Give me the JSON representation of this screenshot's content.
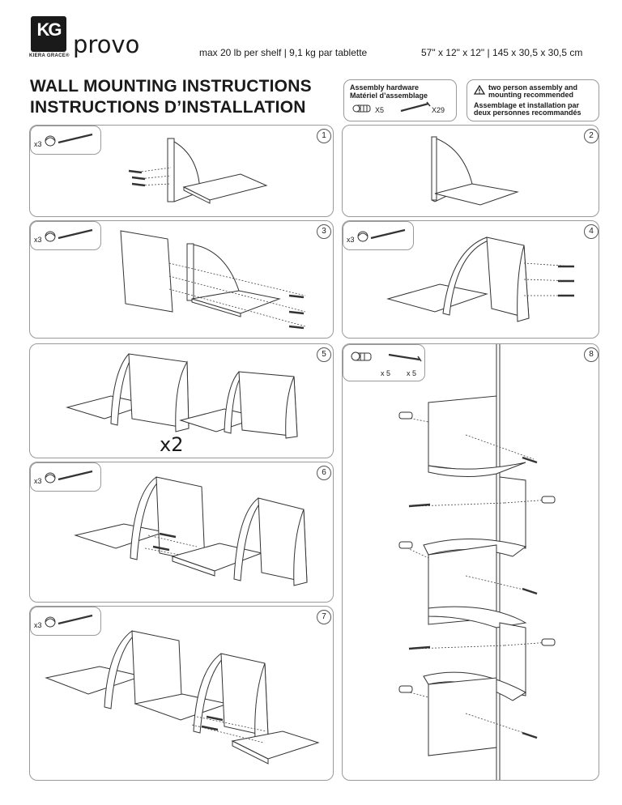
{
  "brand": {
    "logo_mark": "KG",
    "logo_sub": "KIERA GRACE®",
    "product": "provo"
  },
  "specs": {
    "capacity": "max 20 lb per shelf | 9,1 kg par tablette",
    "dimensions": "57\" x 12\" x 12\" | 145 x 30,5 x 30,5 cm"
  },
  "title": {
    "en": "WALL MOUNTING INSTRUCTIONS",
    "fr": "INSTRUCTIONS D’INSTALLATION"
  },
  "hardware": {
    "label_en": "Assembly hardware",
    "label_fr": "Matériel d’assemblage",
    "anchors_qty": "X5",
    "screws_qty": "X29"
  },
  "warning": {
    "line1": "two person assembly and",
    "line2": "mounting recommended",
    "line3": "Assemblage et installation par",
    "line4": "deux personnes recommandés"
  },
  "steps": [
    {
      "n": "1",
      "qty": "x3"
    },
    {
      "n": "2"
    },
    {
      "n": "3",
      "qty": "x3"
    },
    {
      "n": "4",
      "qty": "x3"
    },
    {
      "n": "5",
      "multiplier": "x2"
    },
    {
      "n": "6",
      "qty": "x3"
    },
    {
      "n": "7",
      "qty": "x3"
    },
    {
      "n": "8",
      "anchor_qty": "x 5",
      "screw_qty": "x 5"
    }
  ],
  "icons": {
    "logo": "kg-logo-icon",
    "warning": "warning-triangle-icon",
    "anchor": "wall-anchor-icon",
    "screw": "screw-icon",
    "cam": "cam-lock-icon"
  }
}
